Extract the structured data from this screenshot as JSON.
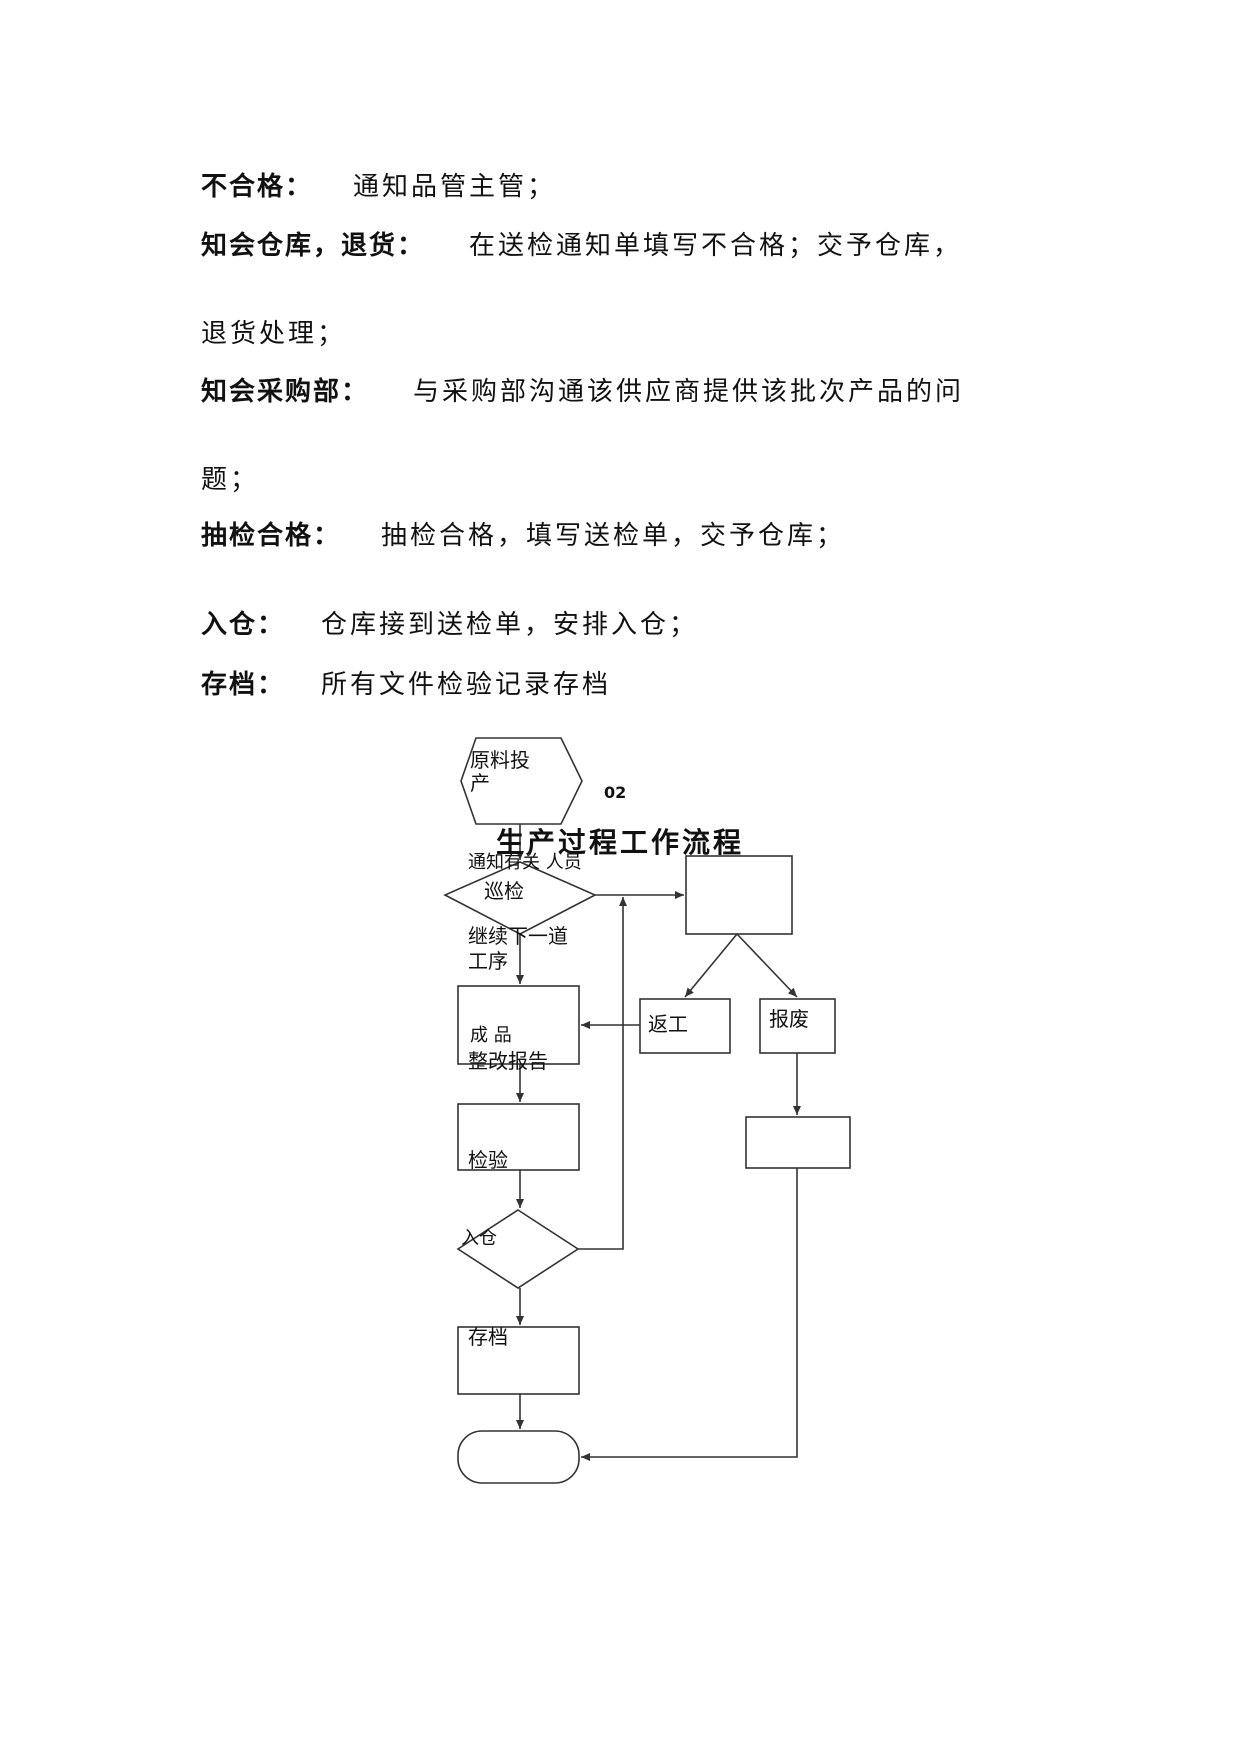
{
  "items": [
    {
      "term": "不合格：",
      "text": "通知品管主管；"
    },
    {
      "term": "知会仓库，退货：",
      "text": "在送检通知单填写不合格；交予仓库，",
      "continuation": "退货处理；"
    },
    {
      "term": "知会采购部：",
      "text": "与采购部沟通该供应商提供该批次产品的问",
      "continuation": "题；"
    },
    {
      "term": "抽检合格：",
      "text": "抽检合格，填写送检单，交予仓库；"
    },
    {
      "term": "入仓：",
      "text": "仓库接到送检单，安排入仓；"
    },
    {
      "term": "存档：",
      "text": "所有文件检验记录存档"
    }
  ],
  "flowchart": {
    "title": "生产过程工作流程",
    "code": "02",
    "start_label_1": "原料投",
    "start_label_2": "产",
    "notify_label": "通知有关 人员",
    "patrol_label": "巡检",
    "continue_label_1": "继续下一道",
    "continue_label_2": "工序",
    "product_label": "成 品",
    "rectify_label": "整改报告",
    "rework_label": "返工",
    "scrap_label": "报废",
    "inspect_label": "检验",
    "warehouse_label": "入仓",
    "archive_label": "存档"
  }
}
